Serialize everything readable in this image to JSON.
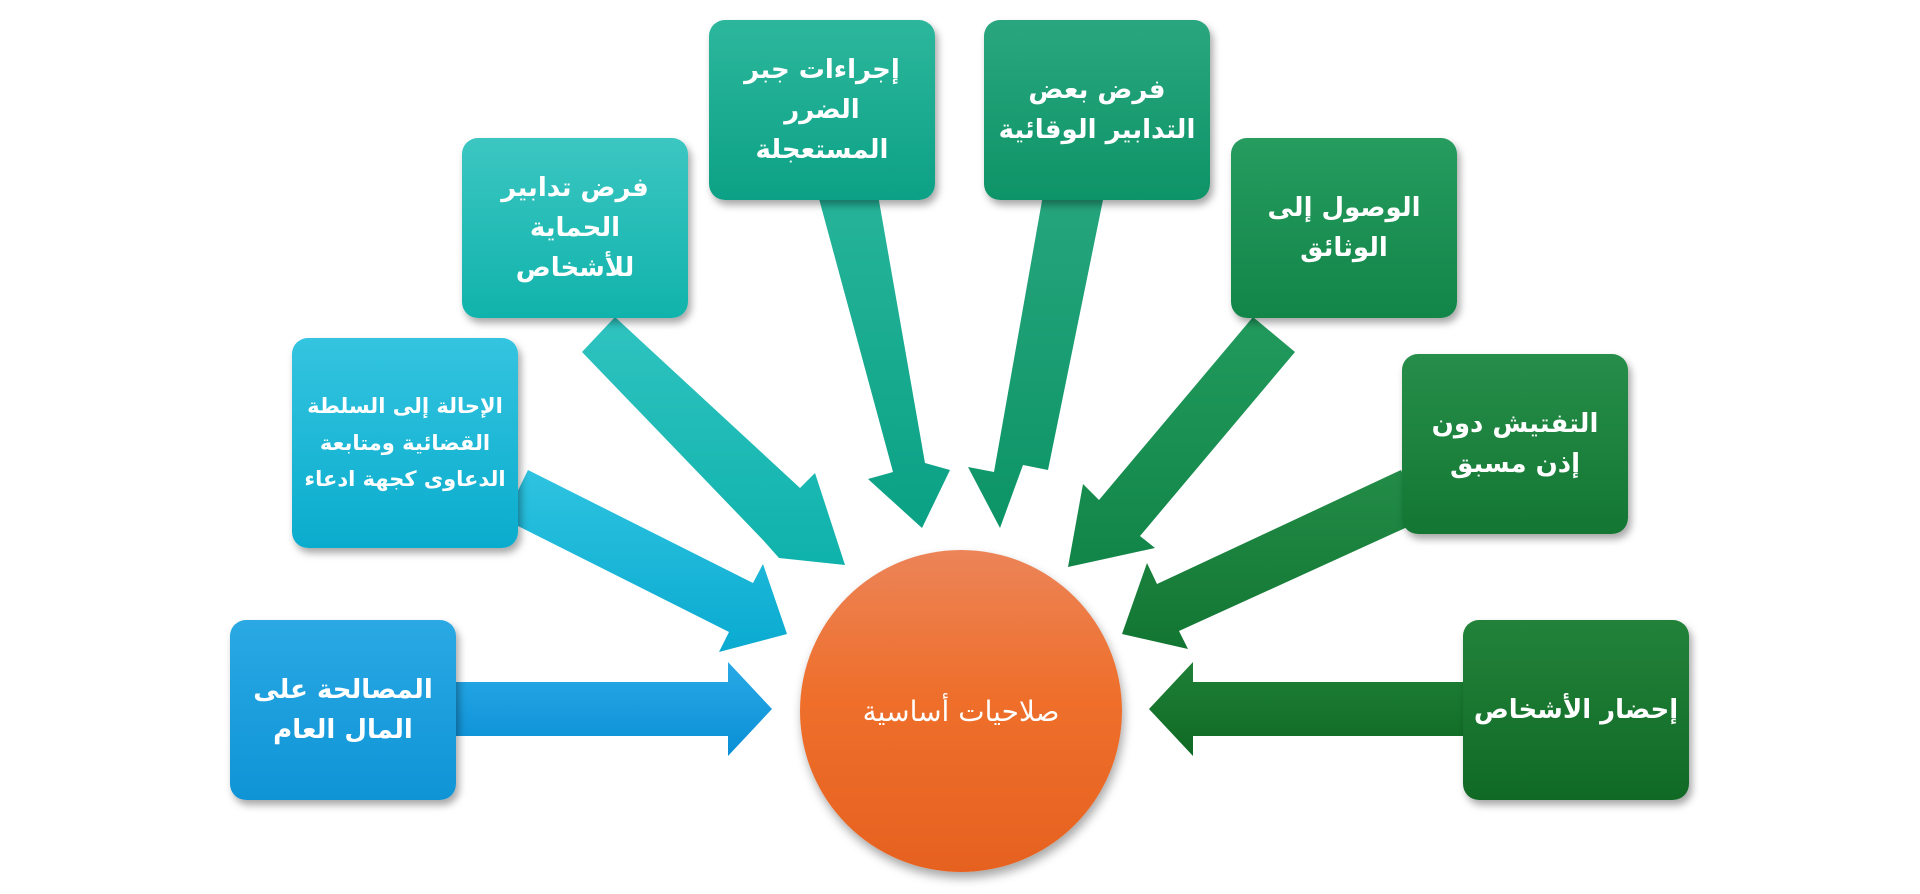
{
  "center": {
    "label": "صلاحيات أساسية",
    "color": "#ee6f2b"
  },
  "nodes": [
    {
      "label": "المصالحة على المال العام",
      "color": "#0e9ddd"
    },
    {
      "label": "الإحالة إلى السلطة القضائية ومتابعة الدعاوى كجهة ادعاء",
      "color": "#0fb0d0"
    },
    {
      "label": "فرض تدابير الحماية للأشخاص",
      "color": "#12b6b0"
    },
    {
      "label": "إجراءات جبر الضرر المستعجلة",
      "color": "#10a58c"
    },
    {
      "label": "فرض بعض التدابير الوقائية",
      "color": "#109870"
    },
    {
      "label": "الوصول إلى الوثائق",
      "color": "#14894f"
    },
    {
      "label": "التفتيش دون إذن مسبق",
      "color": "#157c38"
    },
    {
      "label": "إحضار الأشخاص",
      "color": "#12702a"
    }
  ]
}
